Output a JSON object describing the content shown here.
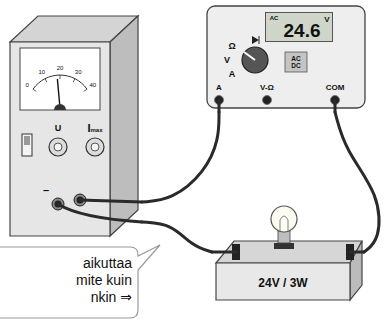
{
  "diagram": {
    "nodes": [
      {
        "text": [
          "0",
          "10",
          "20",
          "30",
          "40",
          "U",
          "Imax",
          "–"
        ]
      },
      {
        "text": [
          "Ω",
          "V",
          "A",
          "AC DC",
          "A",
          "V-Ω",
          "COM"
        ]
      },
      {
        "text": [
          "AC",
          "24.6",
          "V"
        ],
        "in": 1
      },
      {
        "text": [
          "24V / 3W"
        ]
      },
      {
        "text": [
          "aikuttaa mite kuin nkin ⇒"
        ]
      }
    ],
    "edges": [
      {
        "from": 0,
        "to": 1,
        "arrow": "none"
      },
      {
        "from": 1,
        "to": 3,
        "arrow": "none"
      },
      {
        "from": 0,
        "to": 3,
        "arrow": "none"
      }
    ]
  }
}
